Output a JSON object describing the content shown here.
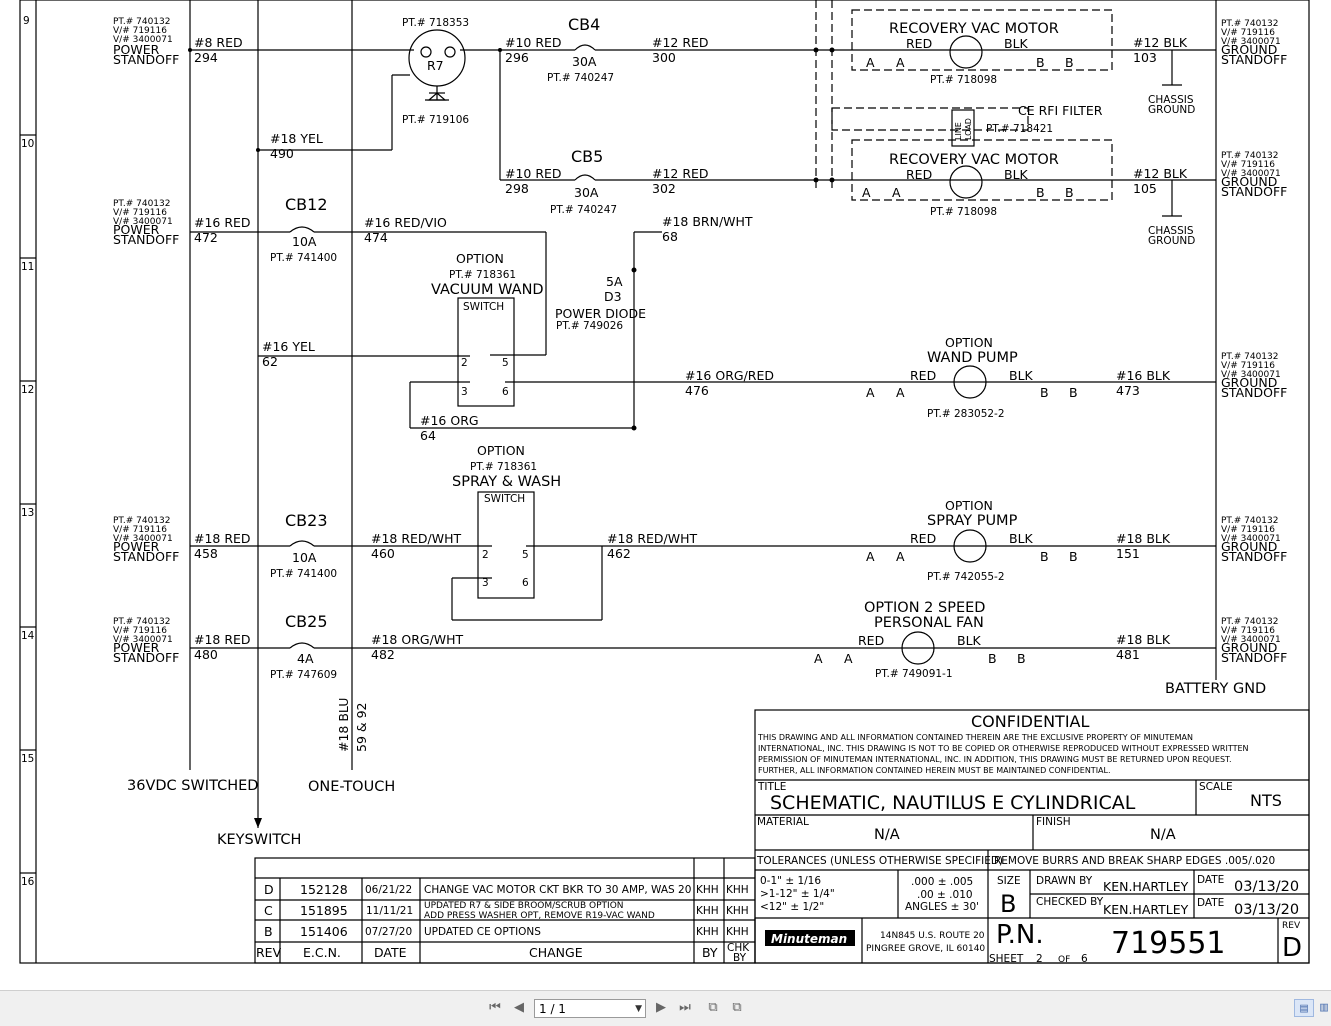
{
  "rows": [
    "9",
    "10",
    "11",
    "12",
    "13",
    "14",
    "15",
    "16"
  ],
  "standoff": {
    "pt": "PT.# 740132",
    "vn1": "V/# 719116",
    "vn2": "V/# 3400071",
    "l1": "POWER",
    "l2": "STANDOFF"
  },
  "ground_standoff": {
    "pt": "PT.# 740132",
    "vn1": "V/# 719116",
    "vn2": "V/# 3400071",
    "l1": "GROUND",
    "l2": "STANDOFF"
  },
  "wires": {
    "w294": {
      "g": "#8 RED",
      "n": "294"
    },
    "w490": {
      "g": "#18 YEL",
      "n": "490"
    },
    "w472": {
      "g": "#16 RED",
      "n": "472"
    },
    "w474": {
      "g": "#16 RED/VIO",
      "n": "474"
    },
    "w62": {
      "g": "#16 YEL",
      "n": "62"
    },
    "w64": {
      "g": "#16 ORG",
      "n": "64"
    },
    "w296": {
      "g": "#10 RED",
      "n": "296"
    },
    "w300": {
      "g": "#12 RED",
      "n": "300"
    },
    "w298": {
      "g": "#10 RED",
      "n": "298"
    },
    "w302": {
      "g": "#12 RED",
      "n": "302"
    },
    "w68": {
      "g": "#18 BRN/WHT",
      "n": "68"
    },
    "w476": {
      "g": "#16 ORG/RED",
      "n": "476"
    },
    "w458": {
      "g": "#18 RED",
      "n": "458"
    },
    "w460": {
      "g": "#18 RED/WHT",
      "n": "460"
    },
    "w462": {
      "g": "#18 RED/WHT",
      "n": "462"
    },
    "w480": {
      "g": "#18 RED",
      "n": "480"
    },
    "w482": {
      "g": "#18 ORG/WHT",
      "n": "482"
    },
    "w103": {
      "g": "#12 BLK",
      "n": "103"
    },
    "w105": {
      "g": "#12 BLK",
      "n": "105"
    },
    "w473": {
      "g": "#16 BLK",
      "n": "473"
    },
    "w151": {
      "g": "#18 BLK",
      "n": "151"
    },
    "w481": {
      "g": "#18 BLK",
      "n": "481"
    },
    "blu_g": "#18 BLU",
    "blu_n": "59 & 92"
  },
  "components": {
    "r7": {
      "pt": "PT.# 718353",
      "name": "R7",
      "diode_pt": "PT.# 719106"
    },
    "cb4": {
      "name": "CB4",
      "rating": "30A",
      "pt": "PT.# 740247"
    },
    "cb5": {
      "name": "CB5",
      "rating": "30A",
      "pt": "PT.# 740247"
    },
    "cb12": {
      "name": "CB12",
      "rating": "10A",
      "pt": "PT.# 741400"
    },
    "cb23": {
      "name": "CB23",
      "rating": "10A",
      "pt": "PT.# 741400"
    },
    "cb25": {
      "name": "CB25",
      "rating": "4A",
      "pt": "PT.# 747609"
    },
    "vac_motor1": {
      "name": "RECOVERY VAC MOTOR",
      "red": "RED",
      "blk": "BLK",
      "pt": "PT.# 718098"
    },
    "vac_motor2": {
      "name": "RECOVERY VAC MOTOR",
      "red": "RED",
      "blk": "BLK",
      "pt": "PT.# 718098"
    },
    "rfi": {
      "name": "CE RFI FILTER",
      "pt": "PT.# 718421",
      "line": "LINE",
      "load": "LOAD"
    },
    "chassis": {
      "l1": "CHASSIS",
      "l2": "GROUND"
    },
    "wand_switch": {
      "opt": "OPTION",
      "pt": "PT.# 718361",
      "name": "VACUUM WAND",
      "sw": "SWITCH",
      "p2": "2",
      "p3": "3",
      "p5": "5",
      "p6": "6"
    },
    "spray_switch": {
      "opt": "OPTION",
      "pt": "PT.# 718361",
      "name": "SPRAY & WASH",
      "sw": "SWITCH",
      "p2": "2",
      "p3": "3",
      "p5": "5",
      "p6": "6"
    },
    "diode": {
      "rating": "5A",
      "ref": "D3",
      "name": "POWER DIODE",
      "pt": "PT.# 749026"
    },
    "wand_pump": {
      "opt": "OPTION",
      "name": "WAND PUMP",
      "red": "RED",
      "blk": "BLK",
      "pt": "PT.# 283052-2"
    },
    "spray_pump": {
      "opt": "OPTION",
      "name": "SPRAY PUMP",
      "red": "RED",
      "blk": "BLK",
      "pt": "PT.# 742055-2"
    },
    "fan": {
      "opt": "OPTION 2 SPEED",
      "name": "PERSONAL FAN",
      "red": "RED",
      "blk": "BLK",
      "pt": "PT.# 749091-1"
    }
  },
  "connectors": {
    "a": "A",
    "b": "B"
  },
  "labels": {
    "switched": "36VDC SWITCHED",
    "keyswitch": "KEYSWITCH",
    "one_touch": "ONE-TOUCH",
    "battery_gnd": "BATTERY GND"
  },
  "title_block": {
    "confidential": "CONFIDENTIAL",
    "notice": [
      "THIS DRAWING AND ALL INFORMATION CONTAINED THEREIN ARE THE EXCLUSIVE PROPERTY OF MINUTEMAN",
      "INTERNATIONAL, INC. THIS DRAWING IS NOT TO BE COPIED OR OTHERWISE REPRODUCED WITHOUT EXPRESSED WRITTEN",
      "PERMISSION OF MINUTEMAN INTERNATIONAL, INC. IN ADDITION, THIS DRAWING MUST BE RETURNED UPON REQUEST.",
      "FURTHER, ALL INFORMATION CONTAINED HEREIN MUST BE MAINTAINED CONFIDENTIAL."
    ],
    "title_label": "TITLE",
    "title": "SCHEMATIC, NAUTILUS E CYLINDRICAL",
    "scale_label": "SCALE",
    "scale": "NTS",
    "material_label": "MATERIAL",
    "material": "N/A",
    "finish_label": "FINISH",
    "finish": "N/A",
    "tolerances": "TOLERANCES (UNLESS OTHERWISE SPECIFIED)",
    "burrs": "REMOVE BURRS AND BREAK SHARP EDGES .005/.020",
    "tol1": "0-1\"    ± 1/16",
    "tol2": ">1-12\"  ± 1/4\"",
    "tol3": "<12\"    ± 1/2\"",
    "dec1": ".000 ± .005",
    "dec2": ".00 ± .010",
    "angles": "ANGLES ± 30'",
    "size_label": "SIZE",
    "size": "B",
    "drawn_label": "DRAWN BY",
    "drawn": "KEN.HARTLEY",
    "checked_label": "CHECKED BY",
    "checked": "KEN.HARTLEY",
    "date_label": "DATE",
    "date1": "03/13/20",
    "date2": "03/13/20",
    "company": "Minuteman",
    "address1": "14N845 U.S. ROUTE 20",
    "address2": "PINGREE GROVE, IL 60140",
    "pn_label": "P.N.",
    "pn": "719551",
    "rev_label": "REV",
    "rev": "D",
    "sheet_label": "SHEET",
    "sheet": "2",
    "of_label": "OF",
    "of": "6"
  },
  "revisions": {
    "rows": [
      {
        "rev": "D",
        "ecn": "152128",
        "date": "06/21/22",
        "change": "CHANGE VAC MOTOR CKT BKR TO 30 AMP, WAS 20",
        "change2": "",
        "by": "KHH",
        "chk": "KHH"
      },
      {
        "rev": "C",
        "ecn": "151895",
        "date": "11/11/21",
        "change": "UPDATED R7 & SIDE BROOM/SCRUB OPTION",
        "change2": "ADD PRESS WASHER OPT, REMOVE R19-VAC WAND",
        "by": "KHH",
        "chk": "KHH"
      },
      {
        "rev": "B",
        "ecn": "151406",
        "date": "07/27/20",
        "change": "UPDATED CE OPTIONS",
        "change2": "",
        "by": "KHH",
        "chk": "KHH"
      }
    ],
    "header": {
      "rev": "REV",
      "ecn": "E.C.N.",
      "date": "DATE",
      "change": "CHANGE",
      "by": "BY",
      "chk": "CHK",
      "chk2": "BY"
    }
  },
  "viewer": {
    "page": "1 / 1"
  }
}
